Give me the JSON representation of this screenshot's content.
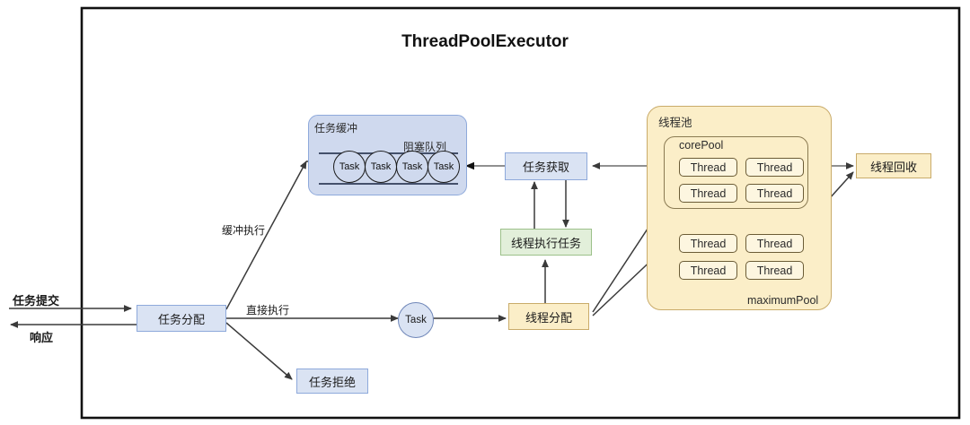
{
  "title": "ThreadPoolExecutor",
  "frame": {
    "name": "outer-frame"
  },
  "external": {
    "submit_label": "任务提交",
    "response_label": "响应"
  },
  "edge_labels": {
    "buffered_exec": "缓冲执行",
    "direct_exec": "直接执行"
  },
  "nodes": {
    "task_dispatch": "任务分配",
    "task_reject": "任务拒绝",
    "task_circle": "Task",
    "thread_alloc": "线程分配",
    "task_fetch": "任务获取",
    "thread_run_task": "线程执行任务",
    "thread_recycle": "线程回收"
  },
  "buffer": {
    "title": "任务缓冲",
    "queue_title": "阻塞队列",
    "tasks": [
      "Task",
      "Task",
      "Task",
      "Task"
    ]
  },
  "pool": {
    "title": "线程池",
    "core_title": "corePool",
    "maximum_title": "maximumPool",
    "core_threads": [
      "Thread",
      "Thread",
      "Thread",
      "Thread"
    ],
    "max_threads": [
      "Thread",
      "Thread",
      "Thread",
      "Thread"
    ]
  },
  "colors": {
    "blue_fill": "#dae3f3",
    "blue_stroke": "#8ea9db",
    "yellow_fill": "#fbeec8",
    "yellow_stroke": "#c9ab6a",
    "green_fill": "#e2efda",
    "green_stroke": "#9cc08a",
    "buffer_fill": "#cfd9ee",
    "arrow_stroke": "#4a4a4a",
    "frame_stroke": "#111111"
  }
}
